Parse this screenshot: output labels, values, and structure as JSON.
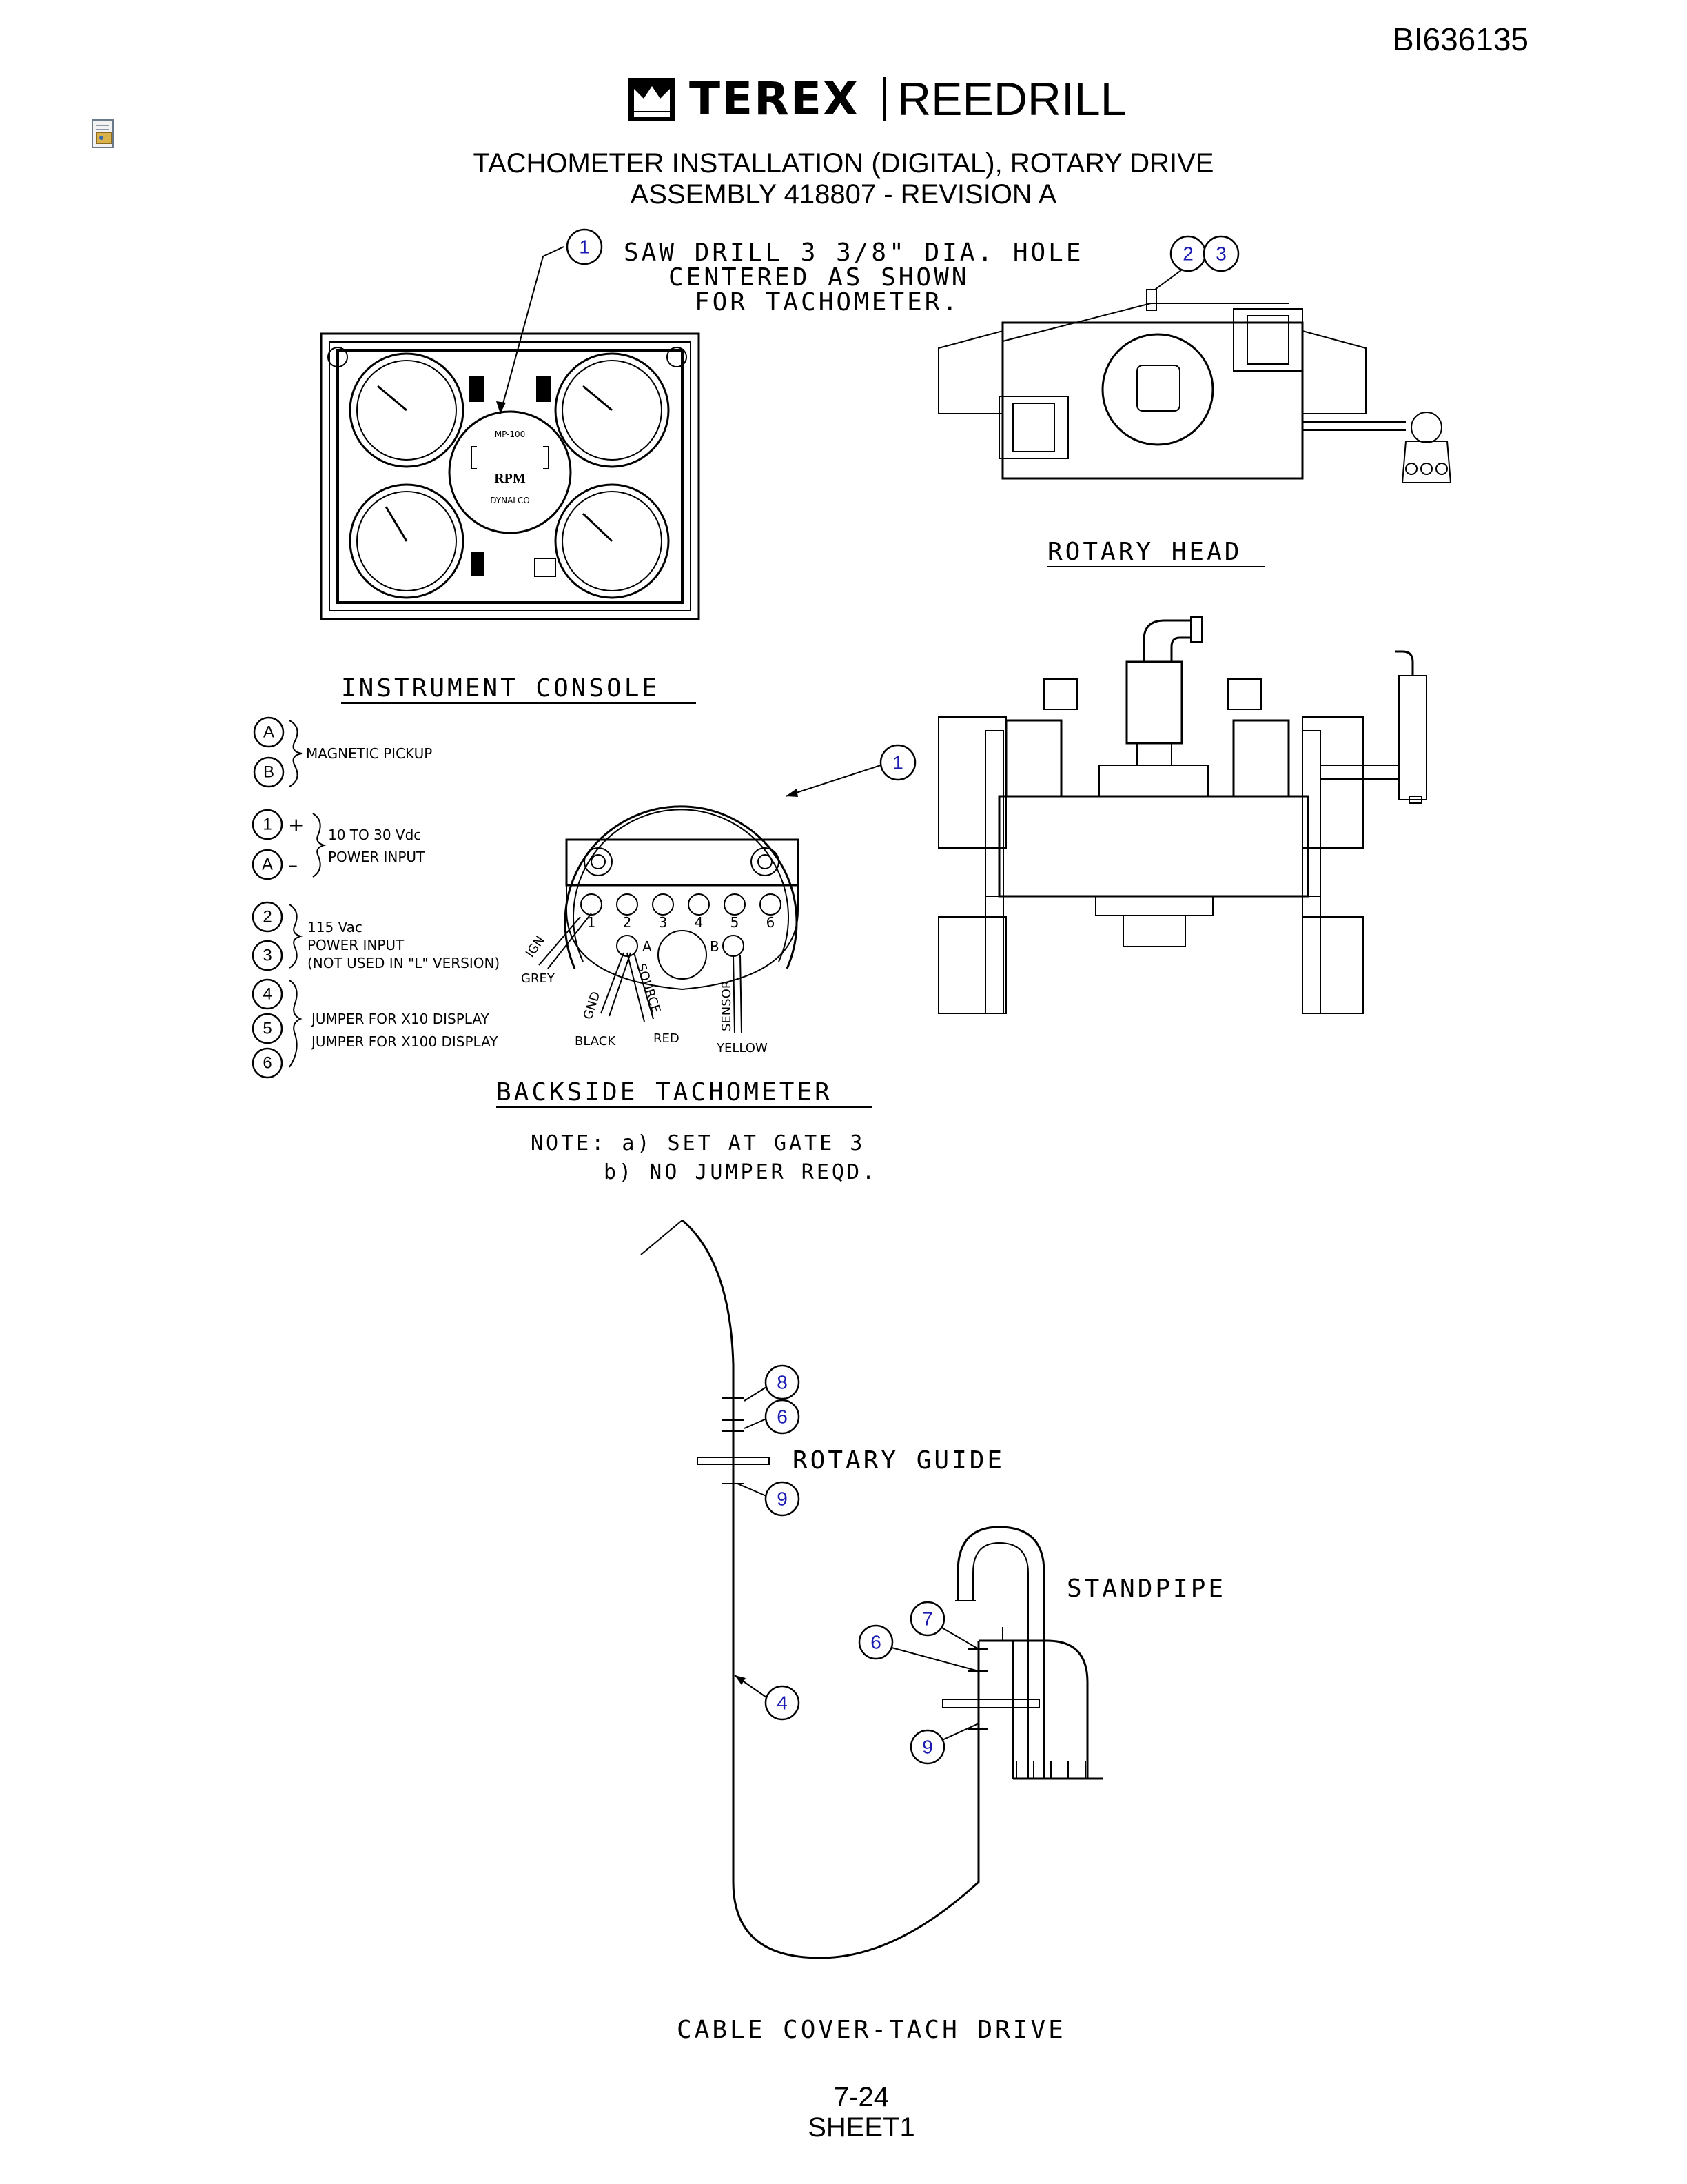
{
  "header": {
    "doc_id": "BI636135",
    "logo_left": "TEREX",
    "logo_right": "REEDRILL",
    "title_line1": "TACHOMETER INSTALLATION (DIGITAL), ROTARY DRIVE",
    "title_line2": "ASSEMBLY 418807 - REVISION A"
  },
  "instrument_console": {
    "note_line1": "SAW DRILL 3 3/8\" DIA. HOLE",
    "note_line2": "CENTERED AS SHOWN",
    "note_line3": "FOR TACHOMETER.",
    "gauge_label": "RPM",
    "gauge_brand": "DYNALCO",
    "gauge_small": "MP-100",
    "caption": "INSTRUMENT CONSOLE"
  },
  "rotary_head": {
    "caption": "ROTARY HEAD"
  },
  "legend": {
    "items": [
      {
        "keys": [
          "A",
          "B"
        ],
        "text": [
          "MAGNETIC PICKUP"
        ]
      },
      {
        "keys": [
          "1",
          "A"
        ],
        "signs": [
          "+",
          "–"
        ],
        "text": [
          "10 TO 30 Vdc",
          "POWER INPUT"
        ]
      },
      {
        "keys": [
          "2",
          "3"
        ],
        "text": [
          "115 Vac",
          "POWER INPUT",
          "(NOT USED IN \"L\" VERSION)"
        ]
      },
      {
        "keys": [
          "4",
          "5",
          "6"
        ],
        "text": [
          "JUMPER FOR X10 DISPLAY",
          "JUMPER FOR X100 DISPLAY"
        ]
      }
    ]
  },
  "backside_tachometer": {
    "caption": "BACKSIDE TACHOMETER",
    "terminals": [
      "1",
      "2",
      "3",
      "4",
      "5",
      "6"
    ],
    "terminal_a": "A",
    "terminal_b": "B",
    "wire_ign": "IGN",
    "wire_gnd": "GND",
    "wire_source": "SOURCE",
    "wire_sensor": "SENSOR",
    "color_grey": "GREY",
    "color_black": "BLACK",
    "color_red": "RED",
    "color_yellow": "YELLOW",
    "note_line1": "NOTE: a) SET AT GATE 3",
    "note_line2": "b) NO JUMPER REQD."
  },
  "cable_cover": {
    "rotary_guide_label": "ROTARY GUIDE",
    "standpipe_label": "STANDPIPE",
    "caption": "CABLE COVER-TACH DRIVE"
  },
  "balloons": {
    "b1_console": "1",
    "b2": "2",
    "b3": "3",
    "b1_tach": "1",
    "b8": "8",
    "b6_guide": "6",
    "b9_guide": "9",
    "b7": "7",
    "b6_standpipe": "6",
    "b4": "4",
    "b9_standpipe": "9"
  },
  "footer": {
    "page": "7-24",
    "sheet": "SHEET1"
  },
  "colors": {
    "balloon_text": "#1a1ab3",
    "line": "#000000",
    "background": "#ffffff"
  }
}
